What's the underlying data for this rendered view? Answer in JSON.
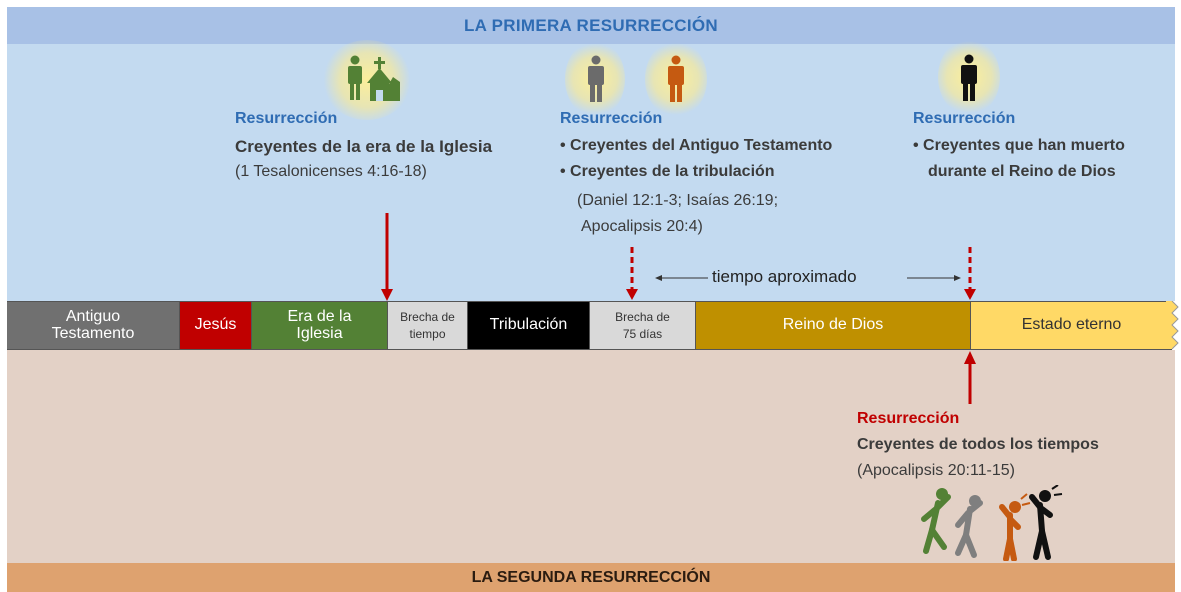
{
  "banners": {
    "top": "LA PRIMERA RESURRECCIÓN",
    "bottom": "LA SEGUNDA RESURRECCIÓN"
  },
  "timeline": {
    "antiguo": "Antiguo Testamento",
    "jesus": "Jesús",
    "iglesia": "Era de la Iglesia",
    "brecha_tiempo": "Brecha de tiempo",
    "tribulacion": "Tribulación",
    "brecha_75": "Brecha de 75 días",
    "reino": "Reino de Dios",
    "eterno": "Estado eterno"
  },
  "approx_label": "tiempo aproximado",
  "res1": {
    "heading": "Resurrección",
    "line1": "Creyentes de la era de la Iglesia",
    "ref": "(1 Tesalonicenses 4:16-18)"
  },
  "res2": {
    "heading": "Resurrección",
    "bullet1": "• Creyentes del Antiguo Testamento",
    "bullet2": "• Creyentes de la tribulación",
    "ref1": "(Daniel 12:1-3; Isaías 26:19;",
    "ref2": "Apocalipsis 20:4)"
  },
  "res3": {
    "heading": "Resurrección",
    "bullet1": "• Creyentes que han muerto",
    "bullet2": "durante el Reino de Dios"
  },
  "res4": {
    "heading": "Resurrección",
    "line1": "Creyentes de todos los tiempos",
    "ref": "(Apocalipsis 20:11-15)"
  },
  "colors": {
    "top_bg": "#c3daf0",
    "top_banner": "#a8c1e6",
    "bottom_bg": "#e3d1c6",
    "bottom_banner": "#dea26f",
    "heading_blue": "#2f6cb3",
    "heading_red": "#c00000",
    "arrow_red": "#c00000",
    "antiguo": "#707070",
    "jesus": "#c00000",
    "iglesia": "#538135",
    "brecha": "#d9d9d9",
    "tribulacion": "#000000",
    "reino": "#bf9000",
    "eterno": "#ffd966"
  },
  "icons": [
    "person-church-icon",
    "person-gray-icon",
    "person-orange-icon",
    "person-black-icon",
    "rising-people-icon"
  ]
}
